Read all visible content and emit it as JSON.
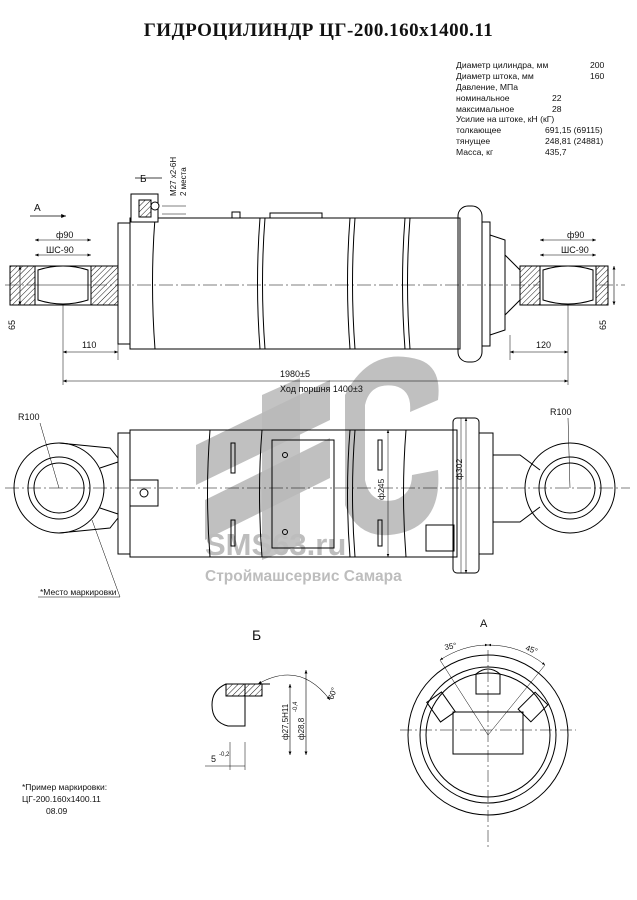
{
  "title": "ГИДРОЦИЛИНДР ЦГ-200.160х1400.11",
  "specs": {
    "cyl_label": "Диаметр цилиндра, мм",
    "cyl_value": "200",
    "rod_label": "Диаметр штока, мм",
    "rod_value": "160",
    "pressure_label": "Давление, МПа",
    "nominal_label": "номинальное",
    "nominal_value": "22",
    "max_label": "максимальное",
    "max_value": "28",
    "force_label": "Усилие на штоке, кН (кГ)",
    "push_label": "толкающее",
    "push_value": "691,15 (69115)",
    "pull_label": "тянущее",
    "pull_value": "248,81 (24881)",
    "mass_label": "Масса, кг",
    "mass_value": "435,7"
  },
  "dims": {
    "view_a_arrow": "А",
    "view_b_marker": "Б",
    "d90_left": "ф90",
    "shs_left": "ШС-90",
    "d90_right": "ф90",
    "shs_right": "ШС-90",
    "h65_left": "65",
    "h65_right": "65",
    "d110": "110",
    "d120": "120",
    "overall": "1980±5",
    "stroke": "Ход поршня 1400±3",
    "thread": "М27 х2-6Н",
    "places": "2 места",
    "r100_left": "R100",
    "r100_right": "R100",
    "d302": "ф302",
    "d245": "ф245",
    "mark_place": "*Место маркировки"
  },
  "section_b": {
    "label": "Б",
    "d_27": "ф27,5Н11",
    "d_28": "ф28,8",
    "d_28_tol": "-0,4",
    "angle": "60°",
    "depth": "5",
    "depth_tol": "-0,2"
  },
  "view_a": {
    "label": "А",
    "angle_35": "35°",
    "angle_45": "45°"
  },
  "watermark": {
    "site": "SMS63.ru",
    "company": "Строймашсервис Самара"
  },
  "marking_example": {
    "line1": "*Пример маркировки:",
    "line2": "ЦГ-200.160х1400.11",
    "line3": "08.09"
  }
}
